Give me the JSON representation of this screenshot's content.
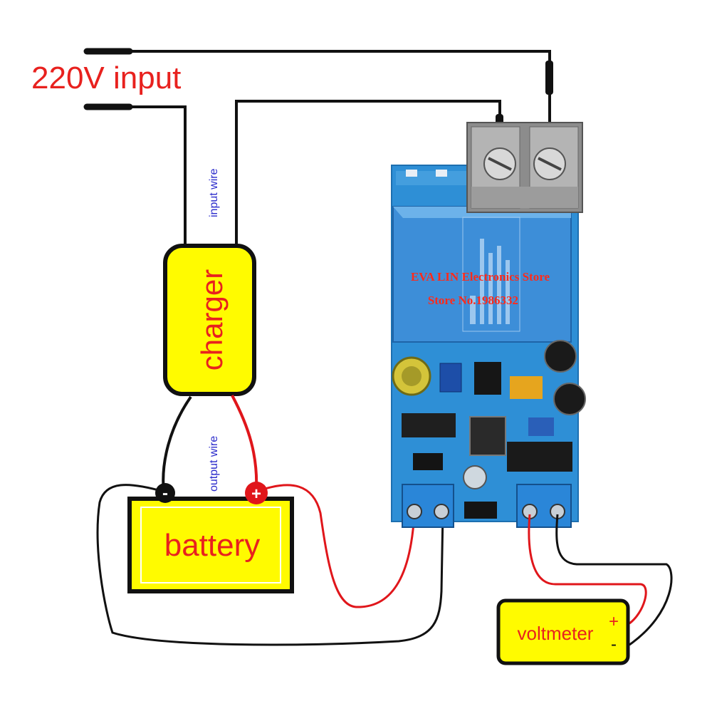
{
  "title": "220V input",
  "charger": {
    "label": "charger"
  },
  "battery": {
    "label": "battery",
    "plus": "+",
    "minus": "-"
  },
  "voltmeter": {
    "label": "voltmeter",
    "plus": "+",
    "minus": "-"
  },
  "wire_labels": {
    "input": "input wire",
    "output": "output wire"
  },
  "watermark": {
    "line1": "EVA LIN Electronics Store",
    "line2": "Store No.1986332"
  },
  "colors": {
    "title_red": "#e8211e",
    "box_yellow": "#fffb00",
    "wire_black": "#111111",
    "wire_red": "#e0161b",
    "board_blue": "#2e8fd6",
    "relay_blue": "#3d8ed8",
    "terminal_blue": "#2a86d8",
    "label_blue": "#2a2acb",
    "watermark_red": "#ff2a1a"
  }
}
